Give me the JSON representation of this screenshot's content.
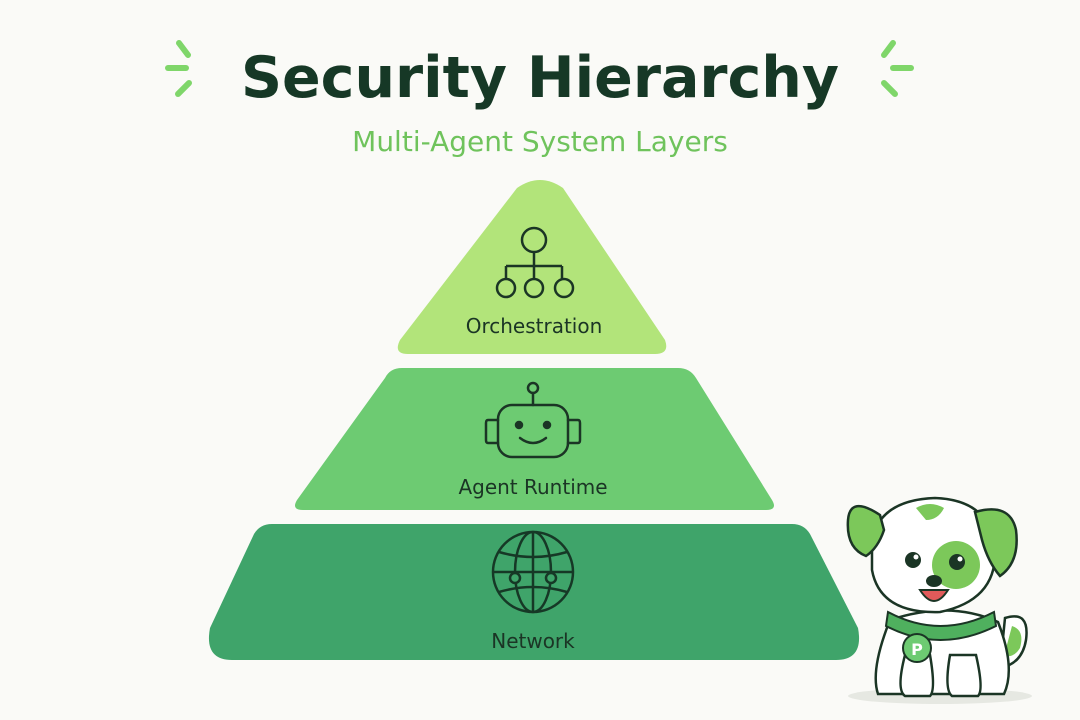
{
  "header": {
    "title": "Security Hierarchy",
    "subtitle": "Multi-Agent System Layers"
  },
  "layers": [
    {
      "label": "Orchestration",
      "icon": "hierarchy-icon",
      "color": "#b2e47a"
    },
    {
      "label": "Agent Runtime",
      "icon": "robot-icon",
      "color": "#6dcb72"
    },
    {
      "label": "Network",
      "icon": "globe-icon",
      "color": "#3fa46a"
    }
  ],
  "mascot": {
    "icon": "puppy-mascot",
    "tag_letter": "P",
    "color": "#7cc85a"
  },
  "colors": {
    "title": "#163826",
    "subtitle": "#6fc35c",
    "accent": "#7fd66a",
    "background": "#fafaf7"
  }
}
